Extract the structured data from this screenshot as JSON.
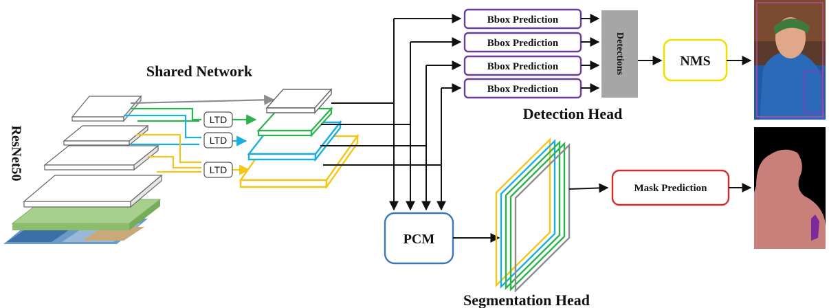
{
  "labels": {
    "shared_network": "Shared Network",
    "backbone": "ResNet50",
    "detection_head": "Detection Head",
    "segmentation_head": "Segmentation Head"
  },
  "ltd_blocks": [
    "LTD",
    "LTD",
    "LTD"
  ],
  "bbox_predictions": [
    "Bbox Prediction",
    "Bbox Prediction",
    "Bbox Prediction",
    "Bbox Prediction"
  ],
  "detections": "Detections",
  "nms": "NMS",
  "pcm": "PCM",
  "mask_prediction": "Mask Prediction",
  "colors": {
    "green": "#2bb24c",
    "cyan": "#1aaee0",
    "yellow": "#f5c518",
    "gray": "#8c8c8c",
    "purple": "#6a3d9a",
    "nms_border": "#f0e000",
    "pcm_border": "#3a78b8",
    "mask_border": "#d42a2a",
    "detections_fill": "#a6a6a6",
    "mask_bg": "#000000",
    "mask_person": "#c9807a",
    "mask_bottle": "#7a2a9a"
  }
}
